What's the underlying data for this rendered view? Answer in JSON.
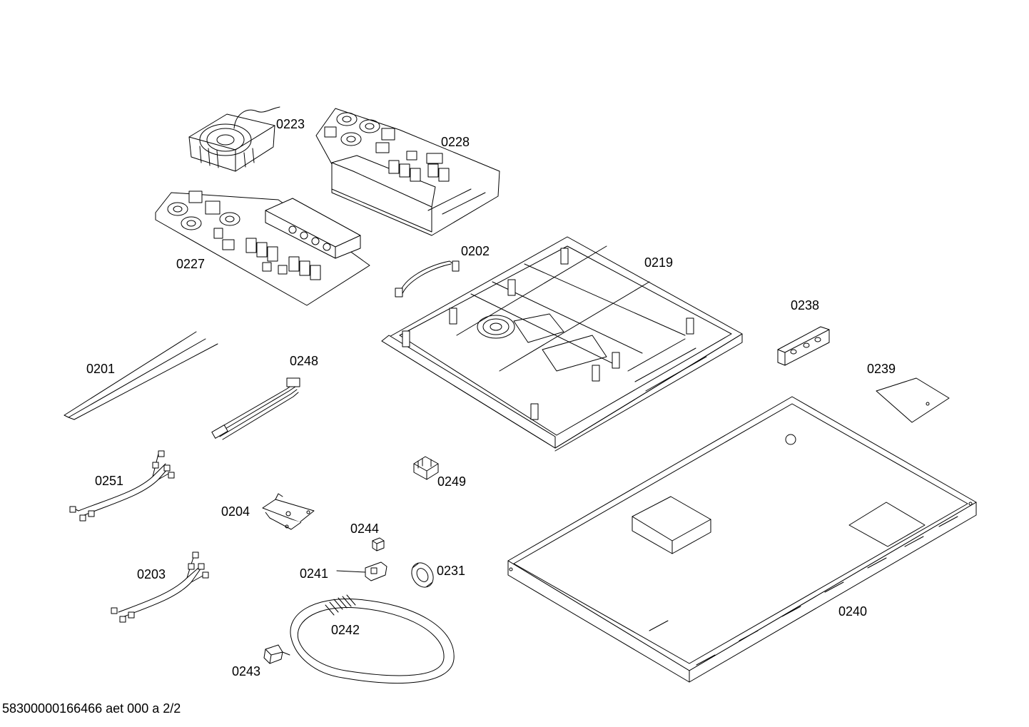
{
  "labels": {
    "p0223": "0223",
    "p0228": "0228",
    "p0227": "0227",
    "p0202": "0202",
    "p0219": "0219",
    "p0238": "0238",
    "p0201": "0201",
    "p0248": "0248",
    "p0239": "0239",
    "p0251": "0251",
    "p0249": "0249",
    "p0204": "0204",
    "p0244": "0244",
    "p0241": "0241",
    "p0231": "0231",
    "p0203": "0203",
    "p0240": "0240",
    "p0242": "0242",
    "p0243": "0243"
  },
  "footer": "58300000166466 aet 000 a 2/2"
}
